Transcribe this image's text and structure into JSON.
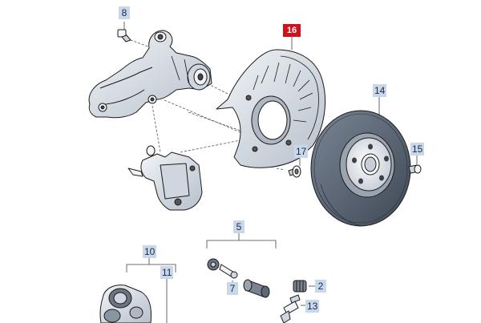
{
  "parts": {
    "p2": {
      "label": "2"
    },
    "p5": {
      "label": "5"
    },
    "p7": {
      "label": "7"
    },
    "p8": {
      "label": "8"
    },
    "p10": {
      "label": "10"
    },
    "p11": {
      "label": "11"
    },
    "p13": {
      "label": "13"
    },
    "p14": {
      "label": "14"
    },
    "p15": {
      "label": "15"
    },
    "p16": {
      "label": "16"
    },
    "p17": {
      "label": "17"
    }
  },
  "selected_part": "16",
  "colors": {
    "highlight": "#d0111c",
    "callout_bg": "#c9d7ea",
    "part_fill": "#dfe5ec",
    "part_shade": "#8a95a3",
    "disc_face": "#5d6876",
    "outline": "#1b1b1b"
  }
}
